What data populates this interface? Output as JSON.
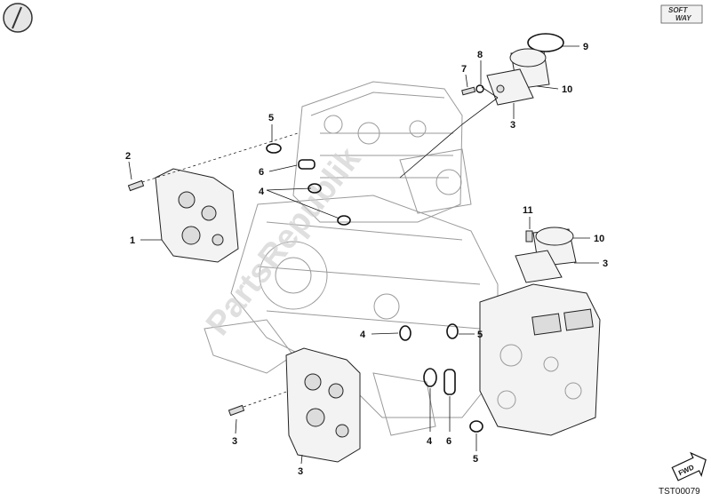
{
  "diagram": {
    "callouts": [
      "1",
      "2",
      "3",
      "3",
      "3",
      "3",
      "4",
      "4",
      "4",
      "5",
      "5",
      "5",
      "6",
      "6",
      "7",
      "8",
      "9",
      "10",
      "10",
      "11"
    ],
    "ref_code": "TST00079",
    "fwd_label": "FWD",
    "brand_logo": "SOFTWAY",
    "watermark": "PartsRepublik"
  }
}
